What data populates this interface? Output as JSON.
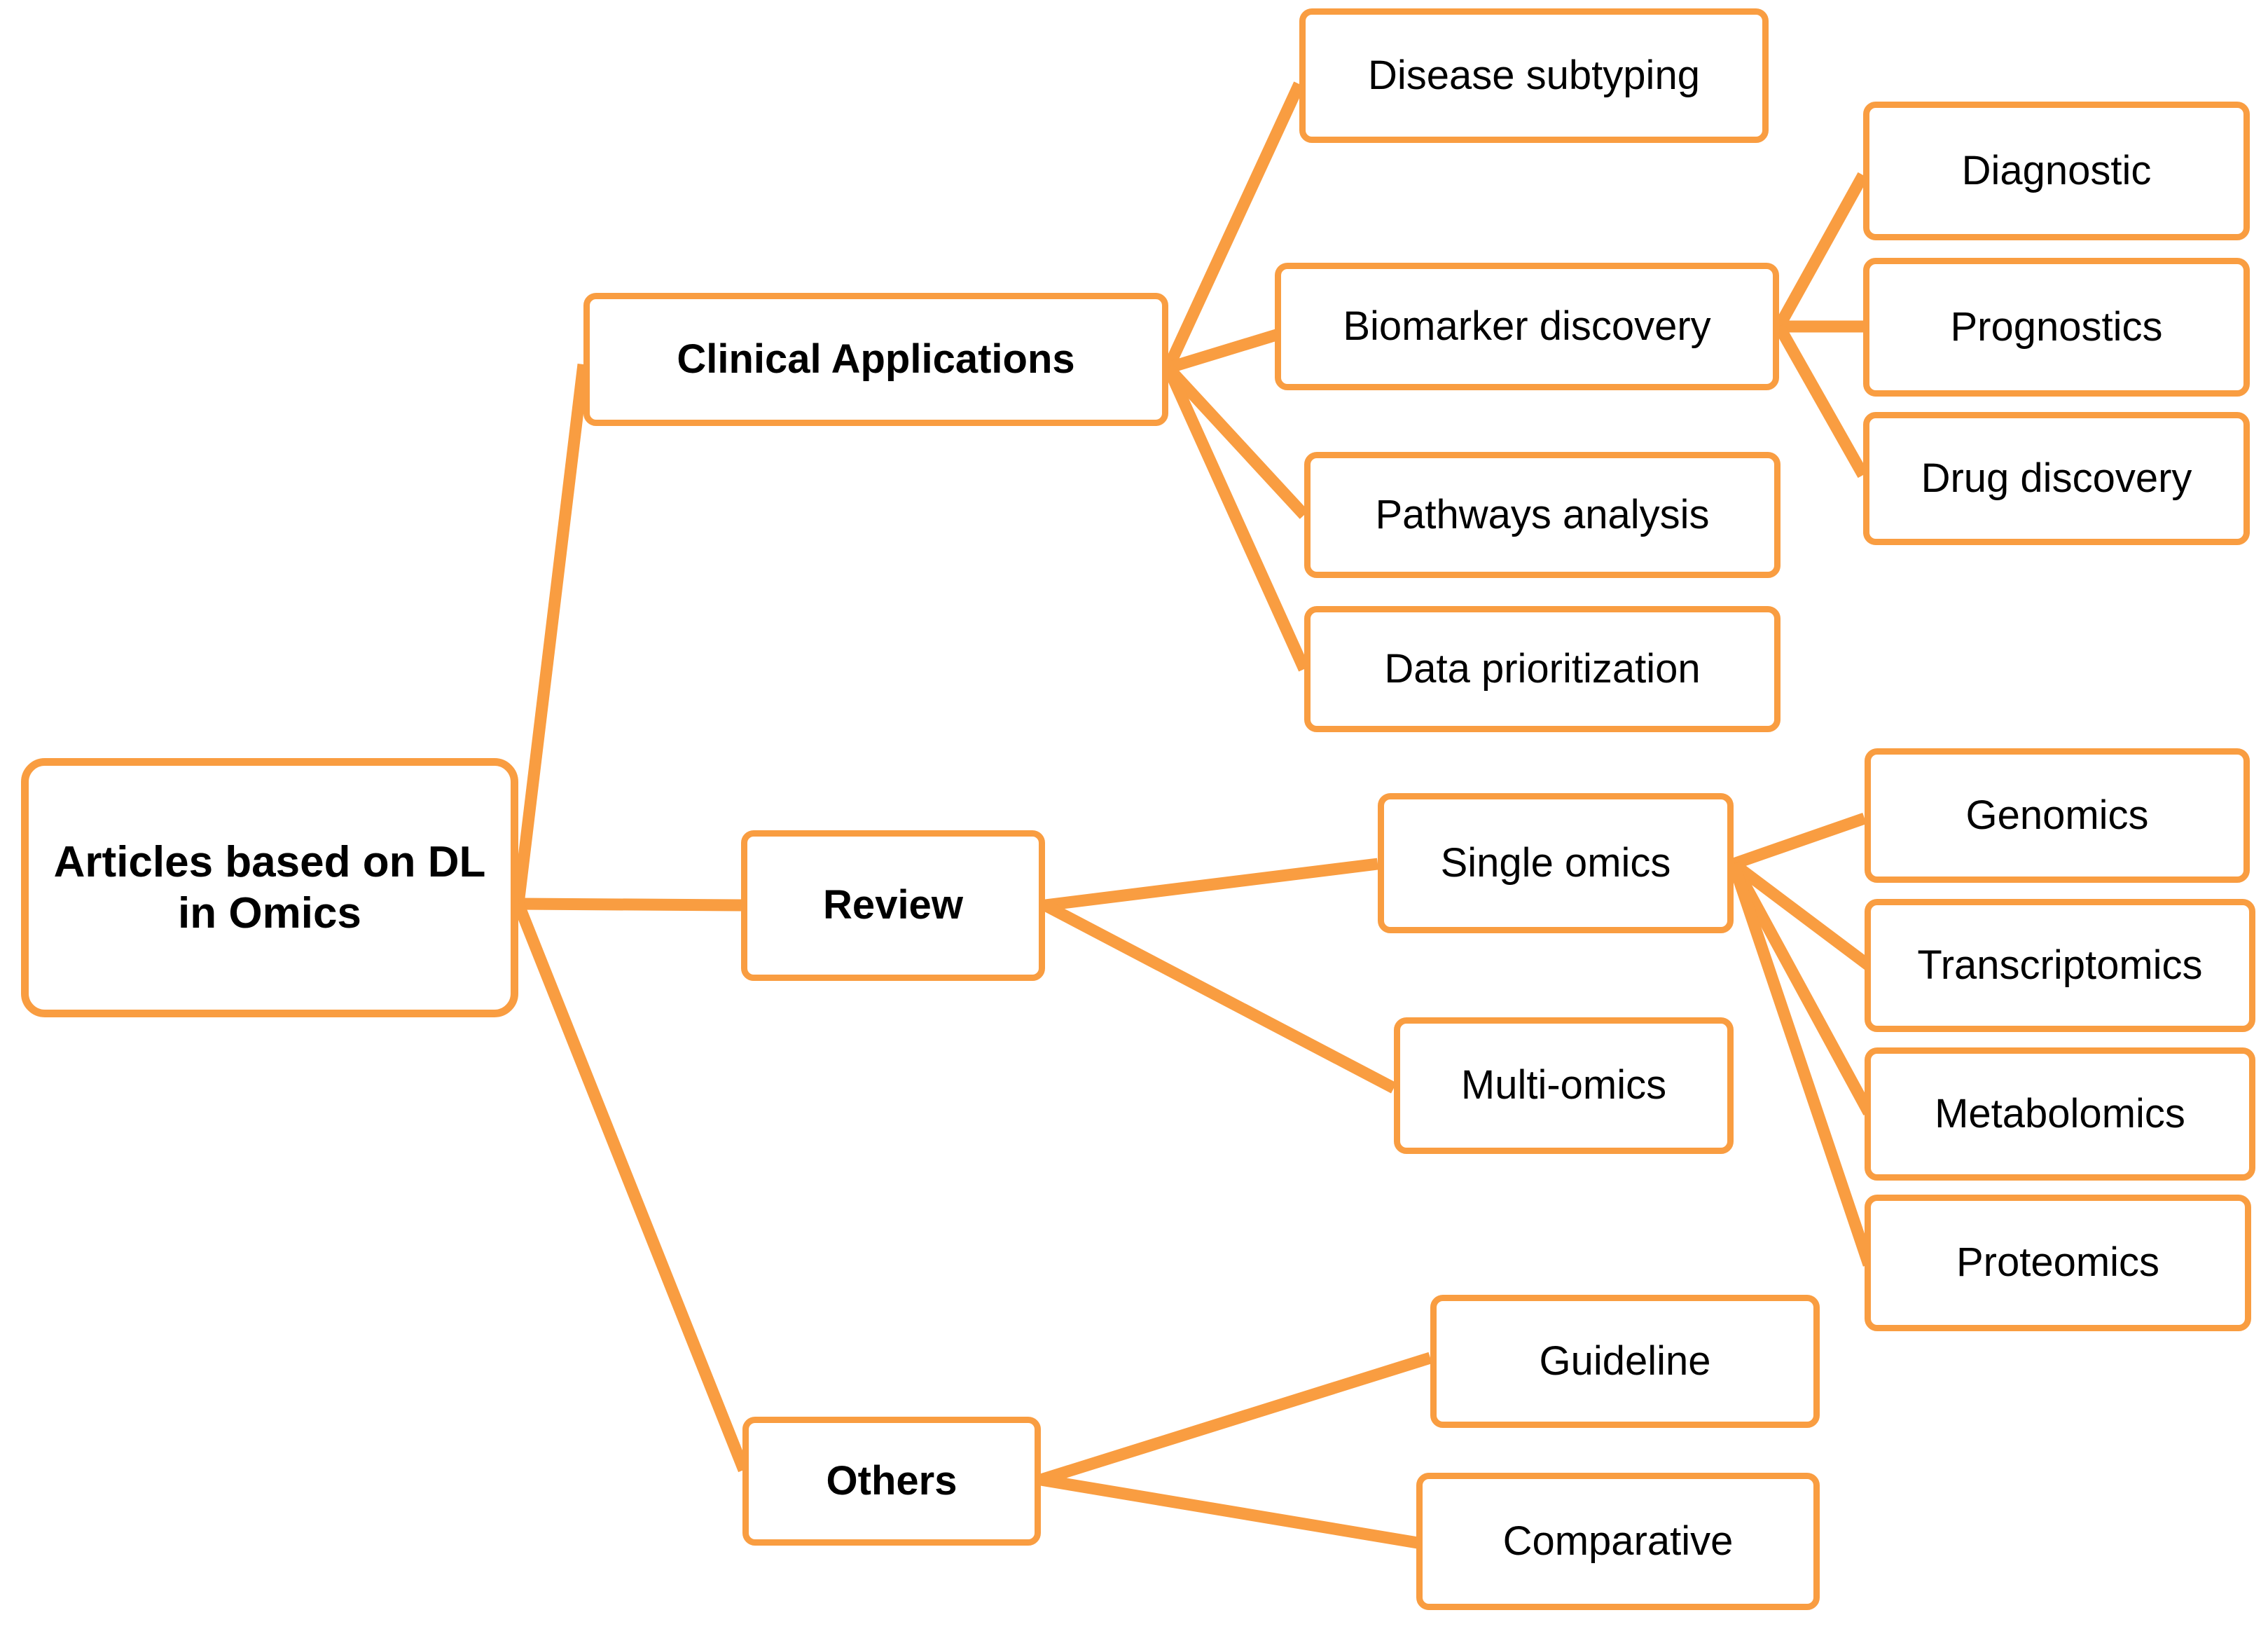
{
  "diagram": {
    "title": "Articles based on DL in Omics taxonomy",
    "accent_color": "#F99D41",
    "text_color": "#000000",
    "background_color": "#FFFFFF",
    "nodes": {
      "root": {
        "label": "Articles based on DL\nin Omics"
      },
      "clinical": {
        "label": "Clinical Applications"
      },
      "review": {
        "label": "Review"
      },
      "others": {
        "label": "Others"
      },
      "disease_subtyping": {
        "label": "Disease subtyping"
      },
      "biomarker_discovery": {
        "label": "Biomarker discovery"
      },
      "pathways_analysis": {
        "label": "Pathways analysis"
      },
      "data_prioritization": {
        "label": "Data prioritization"
      },
      "diagnostic": {
        "label": "Diagnostic"
      },
      "prognostics": {
        "label": "Prognostics"
      },
      "drug_discovery": {
        "label": "Drug discovery"
      },
      "single_omics": {
        "label": "Single omics"
      },
      "multi_omics": {
        "label": "Multi-omics"
      },
      "genomics": {
        "label": "Genomics"
      },
      "transcriptomics": {
        "label": "Transcriptomics"
      },
      "metabolomics": {
        "label": "Metabolomics"
      },
      "proteomics": {
        "label": "Proteomics"
      },
      "guideline": {
        "label": "Guideline"
      },
      "comparative": {
        "label": "Comparative"
      }
    },
    "edges": [
      {
        "from": "root",
        "to": "clinical"
      },
      {
        "from": "root",
        "to": "review"
      },
      {
        "from": "root",
        "to": "others"
      },
      {
        "from": "clinical",
        "to": "disease_subtyping"
      },
      {
        "from": "clinical",
        "to": "biomarker_discovery"
      },
      {
        "from": "clinical",
        "to": "pathways_analysis"
      },
      {
        "from": "clinical",
        "to": "data_prioritization"
      },
      {
        "from": "biomarker_discovery",
        "to": "diagnostic"
      },
      {
        "from": "biomarker_discovery",
        "to": "prognostics"
      },
      {
        "from": "biomarker_discovery",
        "to": "drug_discovery"
      },
      {
        "from": "review",
        "to": "single_omics"
      },
      {
        "from": "review",
        "to": "multi_omics"
      },
      {
        "from": "single_omics",
        "to": "genomics"
      },
      {
        "from": "single_omics",
        "to": "transcriptomics"
      },
      {
        "from": "single_omics",
        "to": "metabolomics"
      },
      {
        "from": "single_omics",
        "to": "proteomics"
      },
      {
        "from": "others",
        "to": "guideline"
      },
      {
        "from": "others",
        "to": "comparative"
      }
    ]
  }
}
